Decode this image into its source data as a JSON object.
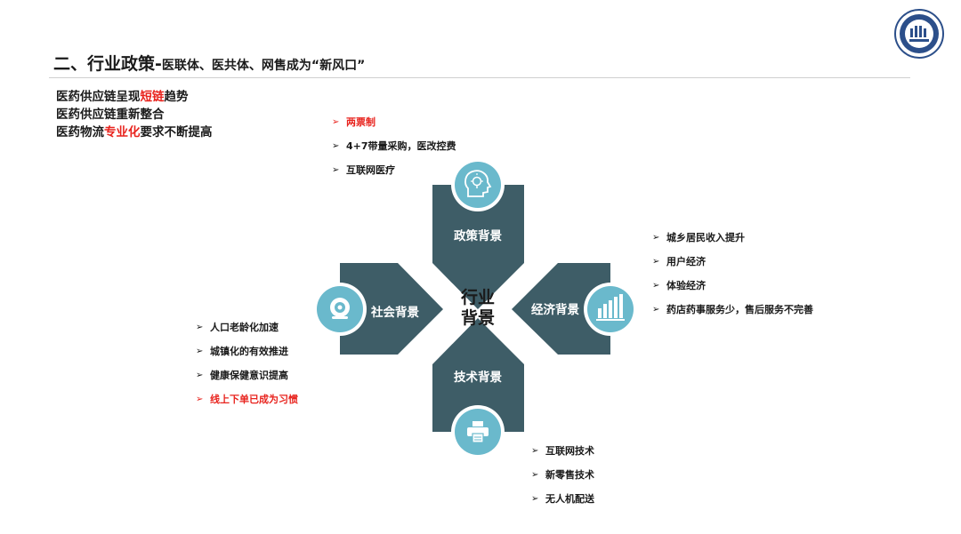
{
  "header": {
    "title": "二、行业政策",
    "dash": "-",
    "subtitle": "医联体、医共体、网售成为“新风口”"
  },
  "key_points": [
    {
      "before": "医药供应链呈现",
      "highlight": "短链",
      "after": "趋势"
    },
    {
      "before": "医药供应链重新整合",
      "highlight": "",
      "after": ""
    },
    {
      "before": "医药物流",
      "highlight": "专业化",
      "after": "要求不断提高"
    }
  ],
  "diagram": {
    "center_line1": "行业",
    "center_line2": "背景",
    "sectors": {
      "policy": {
        "label": "政策背景",
        "icon": "lightbulb-head-icon"
      },
      "economy": {
        "label": "经济背景",
        "icon": "bar-chart-icon"
      },
      "social": {
        "label": "社会背景",
        "icon": "camera-lens-icon"
      },
      "tech": {
        "label": "技术背景",
        "icon": "printer-icon"
      }
    }
  },
  "lists": {
    "policy": [
      {
        "text": "两票制",
        "highlight": true
      },
      {
        "text": "4+7带量采购，医改控费",
        "highlight": false
      },
      {
        "text": "互联网医疗",
        "highlight": false
      }
    ],
    "economy": [
      {
        "text": "城乡居民收入提升",
        "highlight": false
      },
      {
        "text": "用户经济",
        "highlight": false
      },
      {
        "text": "体验经济",
        "highlight": false
      },
      {
        "text": "药店药事服务少，售后服务不完善",
        "highlight": false
      }
    ],
    "social": [
      {
        "text": "人口老龄化加速",
        "highlight": false
      },
      {
        "text": "城镇化的有效推进",
        "highlight": false
      },
      {
        "text": "健康保健意识提高",
        "highlight": false
      },
      {
        "text": "线上下单已成为习惯",
        "highlight": true
      }
    ],
    "tech": [
      {
        "text": "互联网技术",
        "highlight": false
      },
      {
        "text": "新零售技术",
        "highlight": false
      },
      {
        "text": "无人机配送",
        "highlight": false
      }
    ]
  },
  "colors": {
    "shape": "#3e5d67",
    "circle": "#6ab9cc",
    "highlight": "#e8231d"
  }
}
